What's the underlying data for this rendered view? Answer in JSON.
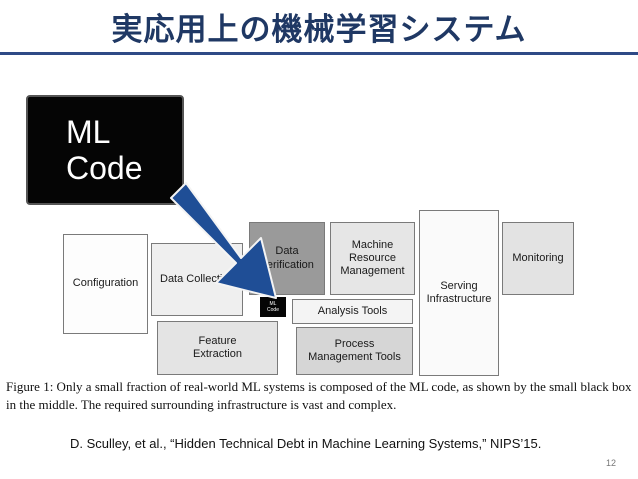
{
  "slide": {
    "title": "実応用上の機械学習システム",
    "page_number": "12"
  },
  "figure": {
    "big_ml_code": "ML\nCode",
    "small_ml_code": "ML\nCode",
    "boxes": {
      "configuration": "Configuration",
      "data_collection": "Data Collection",
      "data_verification": "Data\nVerification",
      "machine_resource": "Machine\nResource\nManagement",
      "serving": "Serving\nInfrastructure",
      "monitoring": "Monitoring",
      "analysis_tools": "Analysis Tools",
      "feature_extraction": "Feature\nExtraction",
      "process_management": "Process\nManagement Tools"
    },
    "caption": "Figure 1: Only a small fraction of real-world ML systems is composed of the ML code, as shown by the small black box in the middle. The required surrounding infrastructure is vast and complex."
  },
  "citation": "D. Sculley, et al., “Hidden Technical Debt in Machine Learning Systems,” NIPS’15.",
  "colors": {
    "title": "#1f3864",
    "rule": "#2e4a86",
    "arrow": "#1f4e96"
  },
  "icons": [
    "arrow-down-right-icon"
  ]
}
